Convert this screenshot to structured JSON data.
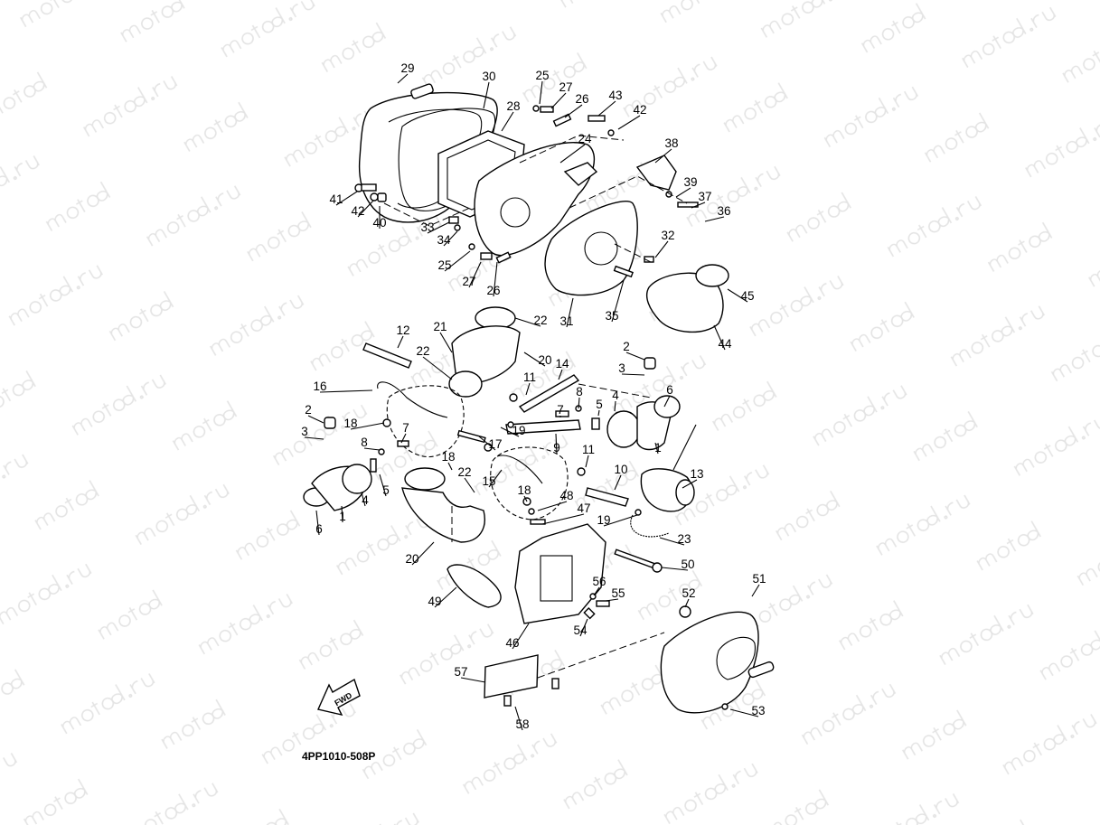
{
  "watermark": "motod.ru",
  "diagram_code": "4PP1010-508P",
  "fwd_label": "FWD",
  "callouts": [
    {
      "id": "c29",
      "text": "29"
    },
    {
      "id": "c30",
      "text": "30"
    },
    {
      "id": "c28",
      "text": "28"
    },
    {
      "id": "c25a",
      "text": "25"
    },
    {
      "id": "c27a",
      "text": "27"
    },
    {
      "id": "c26a",
      "text": "26"
    },
    {
      "id": "c43",
      "text": "43"
    },
    {
      "id": "c42a",
      "text": "42"
    },
    {
      "id": "c24",
      "text": "24"
    },
    {
      "id": "c38",
      "text": "38"
    },
    {
      "id": "c39",
      "text": "39"
    },
    {
      "id": "c37",
      "text": "37"
    },
    {
      "id": "c36",
      "text": "36"
    },
    {
      "id": "c41",
      "text": "41"
    },
    {
      "id": "c42b",
      "text": "42"
    },
    {
      "id": "c40",
      "text": "40"
    },
    {
      "id": "c33",
      "text": "33"
    },
    {
      "id": "c34",
      "text": "34"
    },
    {
      "id": "c25b",
      "text": "25"
    },
    {
      "id": "c27b",
      "text": "27"
    },
    {
      "id": "c26b",
      "text": "26"
    },
    {
      "id": "c32",
      "text": "32"
    },
    {
      "id": "c35",
      "text": "35"
    },
    {
      "id": "c31",
      "text": "31"
    },
    {
      "id": "c45",
      "text": "45"
    },
    {
      "id": "c44",
      "text": "44"
    },
    {
      "id": "c12",
      "text": "12"
    },
    {
      "id": "c21",
      "text": "21"
    },
    {
      "id": "c22a",
      "text": "22"
    },
    {
      "id": "c22b",
      "text": "22"
    },
    {
      "id": "c20a",
      "text": "20"
    },
    {
      "id": "c16",
      "text": "16"
    },
    {
      "id": "c11a",
      "text": "11"
    },
    {
      "id": "c14",
      "text": "14"
    },
    {
      "id": "c2a",
      "text": "2"
    },
    {
      "id": "c3a",
      "text": "3"
    },
    {
      "id": "c6a",
      "text": "6"
    },
    {
      "id": "c2b",
      "text": "2"
    },
    {
      "id": "c3b",
      "text": "3"
    },
    {
      "id": "c18a",
      "text": "18"
    },
    {
      "id": "c7a",
      "text": "7"
    },
    {
      "id": "c8a",
      "text": "8"
    },
    {
      "id": "c19a",
      "text": "19"
    },
    {
      "id": "c17",
      "text": "17"
    },
    {
      "id": "c8b",
      "text": "8"
    },
    {
      "id": "c7b",
      "text": "7"
    },
    {
      "id": "c5a",
      "text": "5"
    },
    {
      "id": "c4a",
      "text": "4"
    },
    {
      "id": "c9",
      "text": "9"
    },
    {
      "id": "c1a",
      "text": "1"
    },
    {
      "id": "c11b",
      "text": "11"
    },
    {
      "id": "c10",
      "text": "10"
    },
    {
      "id": "c13",
      "text": "13"
    },
    {
      "id": "c5b",
      "text": "5"
    },
    {
      "id": "c4b",
      "text": "4"
    },
    {
      "id": "c1b",
      "text": "1"
    },
    {
      "id": "c6b",
      "text": "6"
    },
    {
      "id": "c18b",
      "text": "18"
    },
    {
      "id": "c22c",
      "text": "22"
    },
    {
      "id": "c15",
      "text": "15"
    },
    {
      "id": "c18c",
      "text": "18"
    },
    {
      "id": "c48",
      "text": "48"
    },
    {
      "id": "c47",
      "text": "47"
    },
    {
      "id": "c19b",
      "text": "19"
    },
    {
      "id": "c23",
      "text": "23"
    },
    {
      "id": "c20b",
      "text": "20"
    },
    {
      "id": "c50",
      "text": "50"
    },
    {
      "id": "c49",
      "text": "49"
    },
    {
      "id": "c56",
      "text": "56"
    },
    {
      "id": "c55",
      "text": "55"
    },
    {
      "id": "c54",
      "text": "54"
    },
    {
      "id": "c46",
      "text": "46"
    },
    {
      "id": "c52",
      "text": "52"
    },
    {
      "id": "c51",
      "text": "51"
    },
    {
      "id": "c53",
      "text": "53"
    },
    {
      "id": "c57",
      "text": "57"
    },
    {
      "id": "c58",
      "text": "58"
    }
  ]
}
